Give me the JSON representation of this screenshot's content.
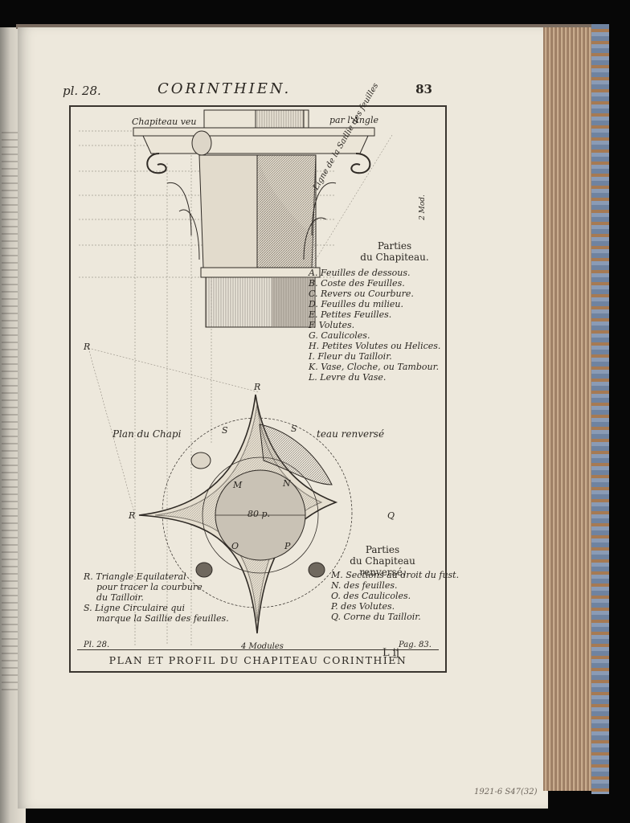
{
  "header": {
    "plate_left": "pl. 28.",
    "title": "CORINTHIEN.",
    "page_number": "83"
  },
  "plate": {
    "top_label_left": "Chapiteau veu",
    "top_label_right": "par l'Angle",
    "diagonal_label": "Ligne de la Saillie des feuilles",
    "mod_label": "2 Mod.",
    "parts_title": [
      "Parties",
      "du Chapiteau."
    ],
    "parts_items": [
      "A. Feuilles de dessous.",
      "B. Coste des Feuilles.",
      "C. Revers ou Courbure.",
      "D. Feuilles du milieu.",
      "E. Petites Feuilles.",
      "F. Volutes.",
      "G. Caulicoles.",
      "H. Petites Volutes ou Helices.",
      "I. Fleur du Tailloir.",
      "K. Vase, Cloche, ou Tambour.",
      "L. Levre du Vase."
    ],
    "plan_label_left": "Plan du Chapi",
    "plan_label_right": "teau renversé",
    "center_label": "80 p.",
    "letters": {
      "R": "R",
      "S": "S",
      "M": "M",
      "N": "N",
      "O": "O",
      "P": "P",
      "Q": "Q"
    },
    "lower_parts_title": [
      "Parties",
      "du Chapiteau renversé."
    ],
    "lower_parts_items": [
      "M. Sections au droit du fust.",
      "N. des feuilles.",
      "O. des Caulicoles.",
      "P. des Volutes.",
      "Q. Corne du Tailloir."
    ],
    "left_notes": [
      "R. Triangle Equilateral",
      "pour tracer la courbure",
      "du Tailloir.",
      "S. Ligne Circulaire qui",
      "marque la Saillie des feuilles."
    ],
    "bottom_left": "Pl. 28.",
    "bottom_center": "4 Modules",
    "bottom_right": "Pag. 83.",
    "signature": "L ij",
    "footer_title": "PLAN ET PROFIL DU CHAPITEAU CORINTHIEN"
  },
  "stamp": "1921-6 S47(32)"
}
